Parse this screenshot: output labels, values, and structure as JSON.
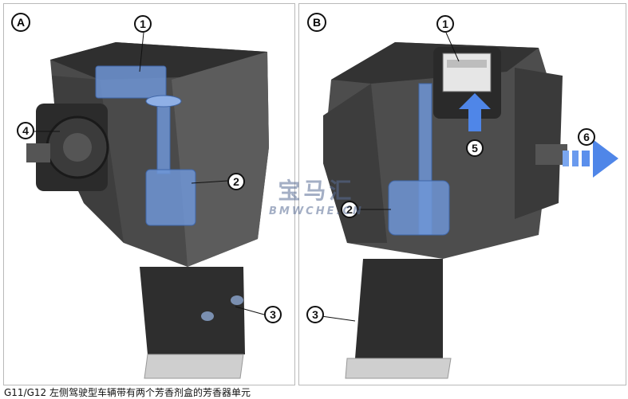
{
  "panel_a": {
    "label": "A",
    "callouts": [
      "1",
      "2",
      "3",
      "4"
    ]
  },
  "panel_b": {
    "label": "B",
    "callouts": [
      "1",
      "2",
      "3",
      "5",
      "6"
    ]
  },
  "watermark": {
    "cn": "宝马汇",
    "en": "BMWCHE.CN"
  },
  "caption": "G11/G12 左侧驾驶型车辆带有两个芳香剂盒的芳香器单元",
  "colors": {
    "housing_dark": "#3a3a3a",
    "housing_mid": "#5e5e5e",
    "highlight_blue": "#6f95d6",
    "arrow_blue": "#4f86e8"
  }
}
